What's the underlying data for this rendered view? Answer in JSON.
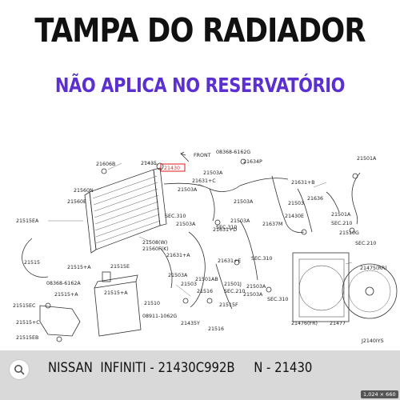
{
  "title": "TAMPA DO RADIADOR",
  "subtitle": "NÃO APLICA NO RESERVATÓRIO",
  "diagram": {
    "ref_code": "J2140IYS",
    "front_label": "FRONT",
    "labels": {
      "l1": "21606B",
      "l2": "21435",
      "l3": "21430",
      "l4": "08368-6162G",
      "l5": "21634P",
      "l6": "21501A",
      "l7": "21560N",
      "l8": "21560E",
      "l9": "21503A",
      "l10": "21631+C",
      "l11": "21631+B",
      "l12": "21503A",
      "l13": "21636",
      "l14": "21515EA",
      "l15": "SEC.310",
      "l16": "21503A",
      "l17": "21503",
      "l18": "21430E",
      "l19": "21503A",
      "l20": "21501A",
      "l21": "21503A",
      "l22": "21637M",
      "l23": "SEC.210",
      "l24": "21508(W)",
      "l25": "21560F(K)",
      "l26": "21631+D",
      "l27": "21515",
      "l28": "21631+A",
      "l29": "21631+E",
      "l30": "SEC.310",
      "l31": "21510G",
      "l32": "21475(RR)",
      "l33": "21515+A",
      "l34": "21515E",
      "l35": "08368-6162A",
      "l36": "21503A",
      "l37": "21503",
      "l38": "21501AB",
      "l39": "21501J",
      "l40": "21503A",
      "l41": "SEC.210",
      "l42": "21515+A",
      "l43": "21516",
      "l44": "21515EC",
      "l45": "21510",
      "l46": "21503A",
      "l47": "21515F",
      "l48": "21515+C",
      "l49": "08911-1062G",
      "l50": "21435Y",
      "l51": "21516",
      "l52": "21476(FR)",
      "l53": "21477",
      "l54": "21515EB",
      "l55": "SEC.310",
      "l56": "SEC.310",
      "l57": "SEC.210",
      "l58": "21515+A"
    }
  },
  "footer": {
    "text": "NISSAN  INFINITI - 21430C992B     N - 21430",
    "size_badge": "1,024 × 660"
  },
  "colors": {
    "title": "#111111",
    "subtitle": "#5b2fd0",
    "highlight": "#e32d2d",
    "footer_bg": "#d9d9d9"
  }
}
